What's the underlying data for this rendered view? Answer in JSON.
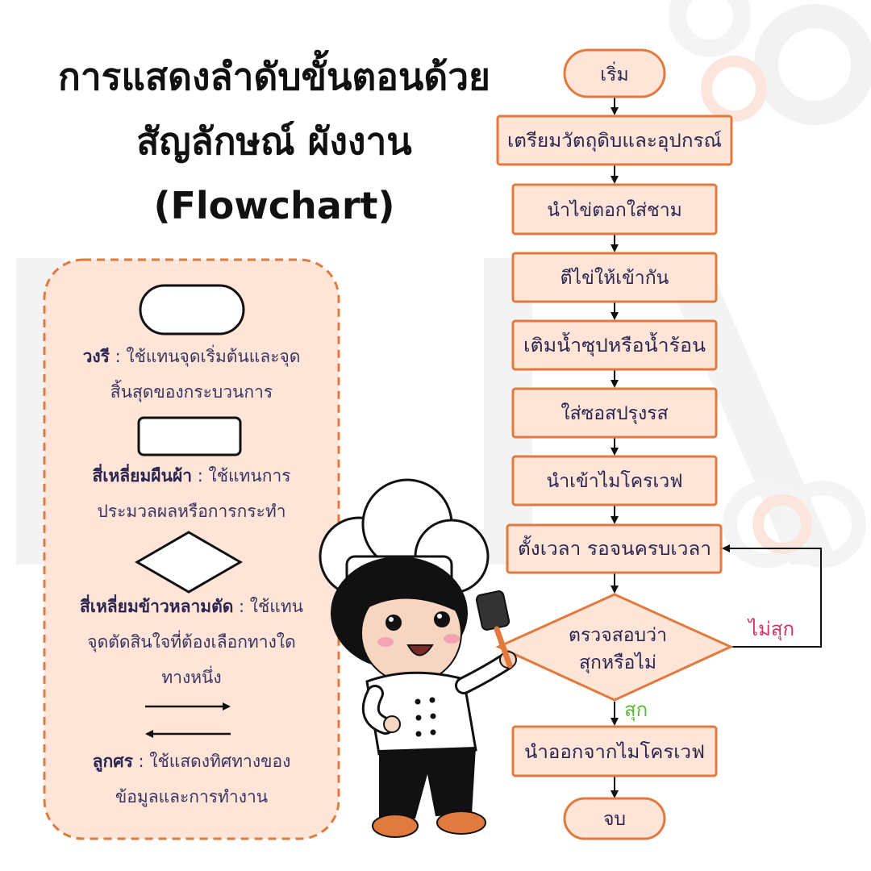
{
  "title": {
    "line1": "การแสดงลำดับขั้นตอนด้วย",
    "line2": "สัญลักษณ์ ผังงาน",
    "line3": "(Flowchart)"
  },
  "legend": {
    "terminator": {
      "name": "วงรี",
      "desc1": " : ใช้แทนจุดเริ่มต้นและจุด",
      "desc2": "สิ้นสุดของกระบวนการ"
    },
    "process": {
      "name": "สี่เหลี่ยมผืนผ้า",
      "desc1": " : ใช้แทนการ",
      "desc2": "ประมวลผลหรือการกระทำ"
    },
    "decision": {
      "name": "สี่เหลี่ยมข้าวหลามตัด",
      "desc1": " : ใช้แทน",
      "desc2": "จุดตัดสินใจที่ต้องเลือกทางใด",
      "desc3": "ทางหนึ่ง"
    },
    "arrow": {
      "name": "ลูกศร",
      "desc1": " : ใช้แสดงทิศทางของ",
      "desc2": "ข้อมูลและการทำงาน"
    }
  },
  "flow": {
    "start": "เริ่ม",
    "steps": [
      "เตรียมวัตถุดิบและอุปกรณ์",
      "นำไข่ตอกใส่ชาม",
      "ตีไข่ให้เข้ากัน",
      "เติมน้ำซุปหรือน้ำร้อน",
      "ใส่ซอสปรุงรส",
      "นำเข้าไมโครเวฟ",
      "ตั้งเวลา รอจนครบเวลา"
    ],
    "decision": {
      "line1": "ตรวจสอบว่า",
      "line2": "สุกหรือไม่"
    },
    "no_label": "ไม่สุก",
    "yes_label": "สุก",
    "after": "นำออกจากไมโครเวฟ",
    "end": "จบ"
  },
  "colors": {
    "accent": "#E07A3E",
    "fill": "#FFE4D8",
    "text": "#2B2650",
    "no": "#D6336C",
    "yes": "#5CB83A"
  }
}
